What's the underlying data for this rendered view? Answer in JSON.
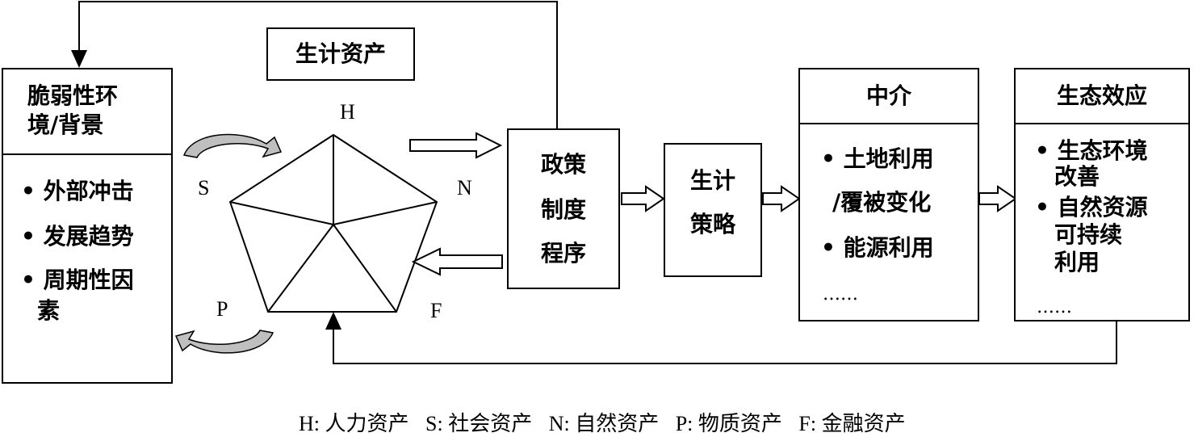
{
  "title_box": "生计资产",
  "vulnerability": {
    "header": [
      "脆弱性环",
      "境/背景"
    ],
    "items": [
      "外部冲击",
      "发展趋势",
      "周期性因",
      "素"
    ]
  },
  "pentagon_labels": {
    "H": "H",
    "S": "S",
    "N": "N",
    "P": "P",
    "F": "F"
  },
  "policy": [
    "政策",
    "制度",
    "程序"
  ],
  "strategy": [
    "生计",
    "策略"
  ],
  "mediator": {
    "header": "中介",
    "items": [
      "土地利用",
      "/覆被变化",
      "能源利用",
      "……"
    ]
  },
  "eco_effect": {
    "header": "生态效应",
    "items": [
      "生态环境",
      "改善",
      "自然资源",
      "可持续",
      "利用",
      "……"
    ]
  },
  "legend": [
    "H: 人力资产",
    "S: 社会资产",
    "N: 自然资产",
    "P: 物质资产",
    "F: 金融资产"
  ]
}
